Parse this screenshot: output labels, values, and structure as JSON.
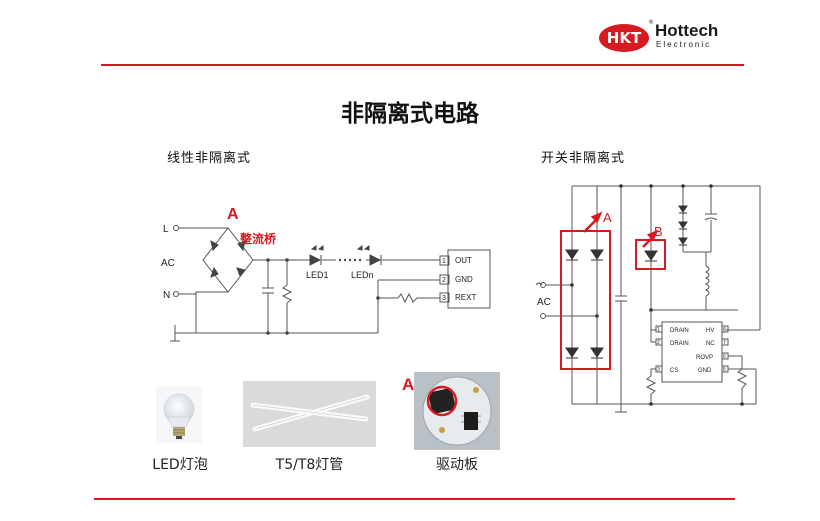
{
  "header": {
    "logo_text": "HKT",
    "brand_name": "Hottech",
    "brand_sub": "Electronic",
    "registered_mark": "®",
    "accent_color": "#d71920"
  },
  "main_title": "非隔离式电路",
  "left": {
    "subtitle": "线性非隔离式",
    "labels": {
      "L": "L",
      "AC": "AC",
      "N": "N",
      "marker_a": "A",
      "rectifier": "整流桥",
      "led1": "LED1",
      "ledn": "LEDn",
      "pin1": "1",
      "pin2": "2",
      "pin3": "3",
      "out": "OUT",
      "gnd": "GND",
      "rext": "REXT"
    }
  },
  "right": {
    "subtitle": "开关非隔离式",
    "labels": {
      "ac": "AC",
      "marker_a": "A",
      "marker_b": "B",
      "drain1": "DRAIN",
      "drain2": "DRAIN",
      "cs": "CS",
      "hv": "HV",
      "nc": "NC",
      "rovp": "ROVP",
      "gnd": "GND",
      "p1": "1",
      "p2": "2",
      "p3": "3",
      "p4": "4",
      "p5": "5",
      "p6": "6",
      "p7": "7",
      "p8": "8"
    }
  },
  "products": {
    "bulb_caption": "LED灯泡",
    "tube_caption": "T5/T8灯管",
    "board_caption": "驱动板",
    "marker_a": "A"
  }
}
